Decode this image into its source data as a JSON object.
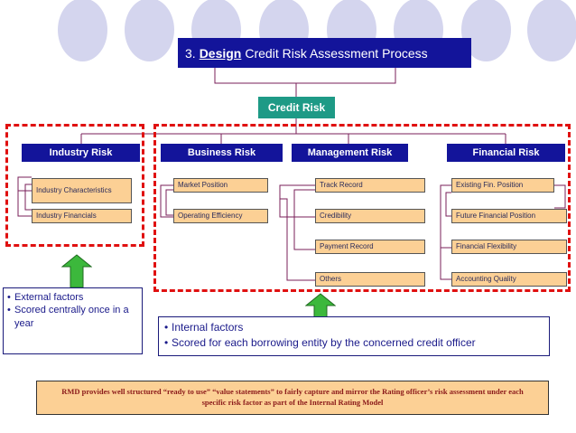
{
  "title": {
    "prefix": "3.",
    "emphasis": "Design",
    "rest": "Credit Risk Assessment Process"
  },
  "root": {
    "label": "Credit Risk"
  },
  "categories": [
    {
      "label": "Industry Risk",
      "items": [
        "Industry Characteristics",
        "Industry Financials"
      ]
    },
    {
      "label": "Business Risk",
      "items": [
        "Market Position",
        "Operating Efficiency"
      ]
    },
    {
      "label": "Management Risk",
      "items": [
        "Track Record",
        "Credibility",
        "Payment Record",
        "Others"
      ]
    },
    {
      "label": "Financial Risk",
      "items": [
        "Existing Fin. Position",
        "Future Financial Position",
        "Financial Flexibility",
        "Accounting Quality"
      ]
    }
  ],
  "notes": {
    "external": [
      "External factors",
      "Scored centrally once in a year"
    ],
    "internal": [
      "Internal factors",
      "Scored for each borrowing entity by the concerned credit officer"
    ]
  },
  "footer": {
    "text": "RMD provides well structured “ready to use” “value statements” to fairly capture and mirror the Rating officer’s risk assessment under each specific risk factor as part of the Internal Rating Model"
  },
  "colors": {
    "title_bg": "#13149a",
    "root_bg": "#1e9a86",
    "item_bg": "#fcd095",
    "connector": "#7a1f5a",
    "dash": "#e01010",
    "arrow": "#3cb83c",
    "circle": "#d4d5ee"
  }
}
